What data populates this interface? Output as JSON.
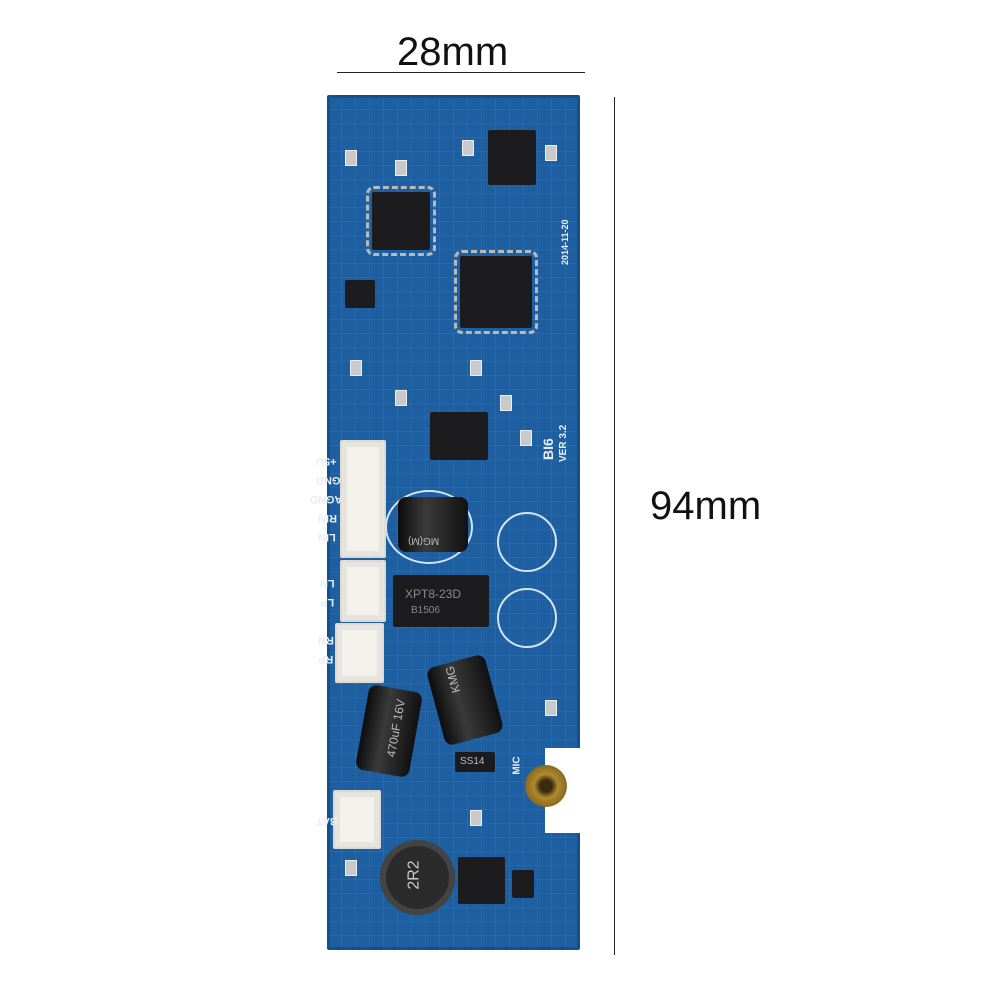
{
  "dimensions": {
    "width_label": "28mm",
    "height_label": "94mm"
  },
  "board": {
    "color": "#1d5fa0",
    "silkscreen": {
      "date": "2014-11-20",
      "model": "BI6",
      "version": "VER 3.2",
      "audio_connector_labels": [
        "+5U",
        "GND",
        "AGND",
        "RIN",
        "LIN"
      ],
      "left_speaker_labels": [
        "LN",
        "LP"
      ],
      "right_speaker_labels": [
        "RN",
        "RP"
      ],
      "battery_label": "BAT",
      "mic_label": "MIC"
    },
    "components": {
      "amp_chip": "XPT8-23D",
      "amp_chip_lot": "B1506",
      "cap_big": "470uF 16V",
      "cap_brand": "KMG",
      "cap_series": "MG(M)",
      "diode": "SS14",
      "inductor": "2R2"
    }
  }
}
